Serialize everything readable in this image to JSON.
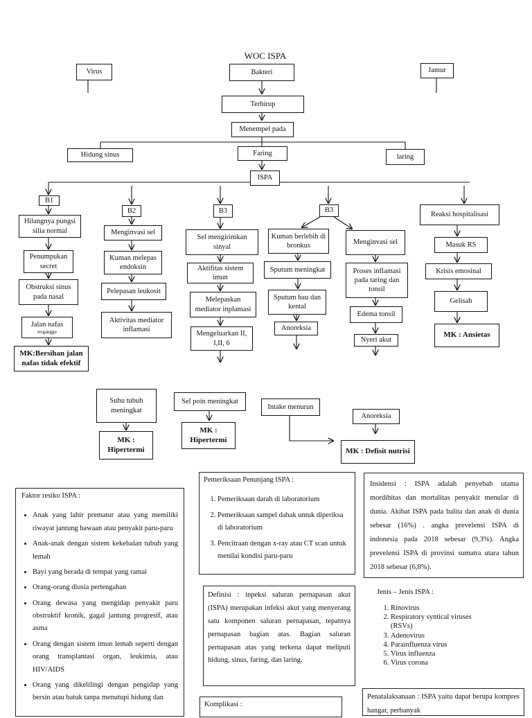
{
  "title": "WOC ISPA",
  "boxes": {
    "virus": "Virus",
    "bakteri": "Bakteri",
    "jamur": "Jamur",
    "terhirup": "Terhirup",
    "menempel": "Menempel pada",
    "hidung": "Hidung sinus",
    "faring": "Faring",
    "laring": "laring",
    "ispa": "ISPA",
    "b1": "B1",
    "b2": "B2",
    "b3a": "B3",
    "b3b": "B3",
    "c1_1": "Hilangnya pungsi silia normal",
    "c1_2": "Penumpukan secret",
    "c1_3": "Obstruksi sinus pada nasal",
    "c1_4": "Jalan nafas",
    "c1_4b": "terganggu",
    "c1_mk": "MK:Bersihan jalan nafas tidak efektif",
    "c2_1": "Menginvasi sel",
    "c2_2": "Kuman melepas endoksin",
    "c2_3": "Pelepasan leukosit",
    "c2_4": "Aktivitas mediator inflamasi",
    "c3_1": "Sel mengirimkan sinyal",
    "c3_2": "Aktifitas sistem imun",
    "c3_3": "Melepaskan mediator inplamasi",
    "c3_4": "Mengeluarkan II, I,II, 6",
    "c4_1": "Kuman berlebih di bronkus",
    "c4_2": "Sputum meningkat",
    "c4_3": "Sputum bau dan kental",
    "c4_4": "Anoreksia",
    "c5_1": "Menginvasi sel",
    "c5_2": "Proses inflamasi pada taring dan tonsil",
    "c5_3": "Edema tonsil",
    "c5_4": "Nyeri akut",
    "c6_1": "Reaksi hospitalisasi",
    "c6_2": "Masuk RS",
    "c6_3": "Krisis emosinal",
    "c6_4": "Gelisah",
    "c6_mk": "MK : Ansietas",
    "suhu": "Suhu tubuh meningkat",
    "mk_hiper1": "MK : Hipertermi",
    "selpoin": "Sel poin meningkat",
    "mk_hiper2": "MK : Hipertermi",
    "intake": "Intake menurun",
    "anoreksia2": "Anoreksia",
    "mk_defisit": "MK : Defisit nutrisi"
  },
  "faktor": {
    "title": "Faktor resiko ISPA :",
    "items": [
      "Anak yang lahir prematur atau yang memiliki riwayat jantung bawaan atau penyakit paru-paru",
      "Anak-anak dengan sistem kekebalan tubuh yang lemah",
      "Bayi yang berada di tempat yang ramai",
      "Orang-orang diusia pertengahan",
      "Orang dewasa yang mengidap penyakit paru obstruktif kronik, gagal jantung progresif, atau asma",
      "Orang dengan sistem imun lemah seperti dengan orang transplantasi organ, leukimia, atau HIV/AIDS",
      "Orang yang dikelilingi dengan pengidap yang bersin atau batuk tanpa menutupi hidung dan"
    ]
  },
  "penunjang": {
    "title": "Pemeriksaan Penunjang ISPA :",
    "items": [
      "Pemeriksaan darah di laboratorium",
      "Pemeriksaan sampel dahak untuk diperiksa di laboratorium",
      "Pencitraan dengan x-ray atau CT scan untuk menilai kondisi paru-paru"
    ]
  },
  "insidensi": {
    "text": "Insidensi : ISPA adalah penyebab utama mordibitas dan mortalitas penyakit menular di dunia. Akibat ISPA pada balita dan anak di dunia sebesar (16%) . angka prevelensi ISPA di indonesia pada 2018 sebesar (9,3%). Angka prevelensi ISPA di provinsi sumatra utara tahun 2018 sebesar (6,8%)."
  },
  "definisi": {
    "text": "Definisi : inpeksi saluran pernapasan akut (ISPA) merupakan infeksi akut yang menyerang satu komponen saluran pernapasan, tepatnya pernapasan bagian atas. Bagian saluran pernapasan atas yang terkena dapat meliputi hidung, sinus, faring, dan laring."
  },
  "jenis": {
    "title": "Jenis – Jenis ISPA :",
    "items": [
      "Rinovirus",
      "Respiratory syntical viruses (RSVs)",
      "Adenovirus",
      "Parainfluenza virus",
      "Virus influenza",
      "Virus corona"
    ]
  },
  "komplikasi": {
    "title": "Komplikasi :"
  },
  "penatalaksanaan": {
    "text": "Penatalaksanaan : ISPA yaitu dapat berupa kompres hangat, perbanyak"
  }
}
